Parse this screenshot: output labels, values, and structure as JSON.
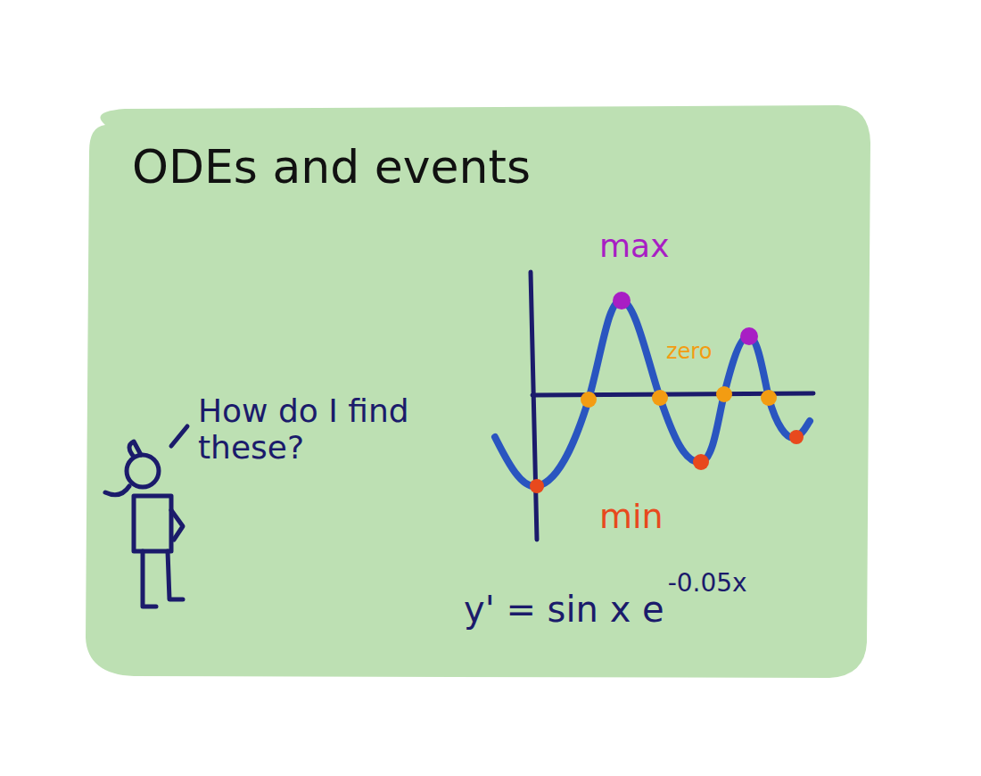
{
  "diagram": {
    "title": "ODEs and events",
    "labels": [
      "max",
      "zero",
      "How do I find these?",
      "min",
      "y' = sin x e",
      "-0.05x"
    ]
  }
}
